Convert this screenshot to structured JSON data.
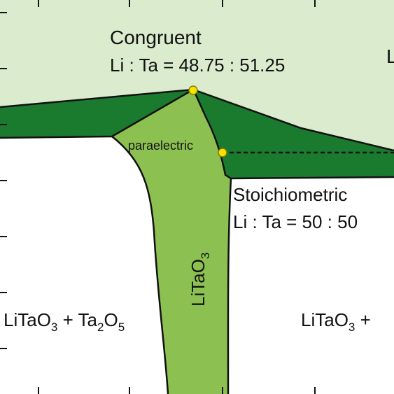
{
  "colors": {
    "liquid": "#dbecce",
    "two_phase_liquid": "#1a7a2e",
    "solid_solution": "#8cc152",
    "outline": "#111111",
    "point": "#f5e400",
    "background": "#ffffff"
  },
  "labels": {
    "congruent_title": "Congruent",
    "congruent_ratio": "Li : Ta = 48.75 : 51.25",
    "stoich_title": "Stoichiometric",
    "stoich_ratio": "Li : Ta = 50 : 50",
    "paraelectric": "paraelectric",
    "right_top_partial": "L",
    "central_phase": {
      "main": "LiTaO",
      "sub": "3"
    },
    "left_phase": {
      "a": "LiTaO",
      "a_sub": "3",
      "b": " + Ta",
      "b_sub": "2",
      "c": "O",
      "c_sub": "5"
    },
    "right_phase": {
      "a": "LiTaO",
      "a_sub": "3",
      "b": " +"
    }
  },
  "markers": [
    {
      "name": "congruent-point"
    },
    {
      "name": "curie-point"
    }
  ]
}
